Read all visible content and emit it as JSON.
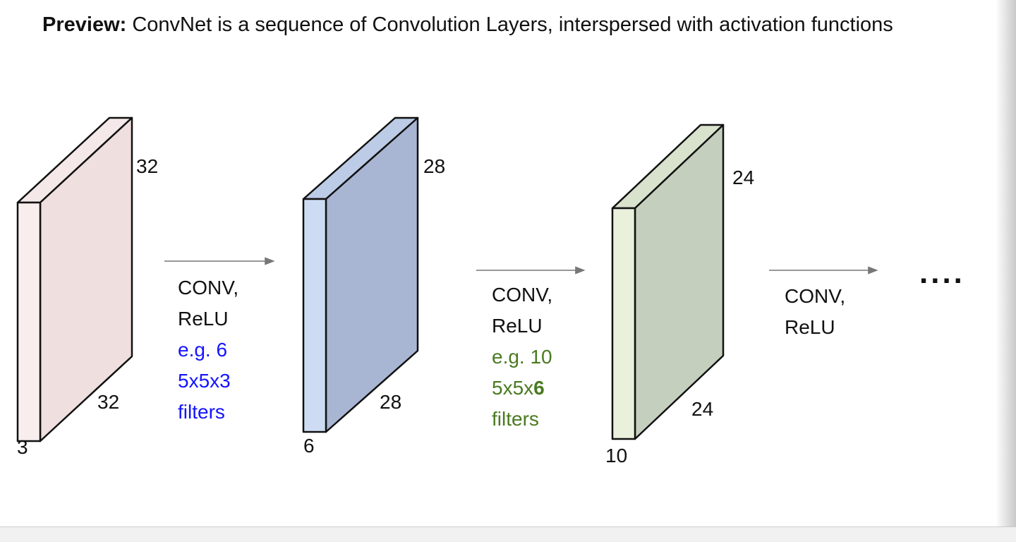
{
  "title": {
    "lead": "Preview:",
    "rest": " ConvNet is a sequence of Convolution Layers, interspersed with activation functions"
  },
  "colors": {
    "blue_text": "#1414ff",
    "green_text": "#4a7a21",
    "arrow": "#777777",
    "outline": "#111111"
  },
  "volumes": [
    {
      "id": "input-volume",
      "top_label": "32",
      "bottom_label": "32",
      "depth_label": "3",
      "side_color": "#f0dfdf",
      "front_color": "#f8eeee",
      "top_color": "#f5e8e8"
    },
    {
      "id": "conv1-volume",
      "top_label": "28",
      "bottom_label": "28",
      "depth_label": "6",
      "side_color": "#a9b6d3",
      "front_color": "#cddcf3",
      "top_color": "#bccbe6"
    },
    {
      "id": "conv2-volume",
      "top_label": "24",
      "bottom_label": "24",
      "depth_label": "10",
      "side_color": "#c5cfbe",
      "front_color": "#e9f0dc",
      "top_color": "#d8e2cc"
    }
  ],
  "steps": [
    {
      "conv": "CONV,",
      "relu": "ReLU",
      "eg": "e.g. 6",
      "kernel_prefix": "5x5x3",
      "kernel_suffix": "",
      "filters": "filters"
    },
    {
      "conv": "CONV,",
      "relu": "ReLU",
      "eg": "e.g. 10",
      "kernel_prefix": "5x5x",
      "kernel_suffix": "6",
      "filters": "filters"
    },
    {
      "conv": "CONV,",
      "relu": "ReLU"
    }
  ],
  "ellipsis": "...."
}
